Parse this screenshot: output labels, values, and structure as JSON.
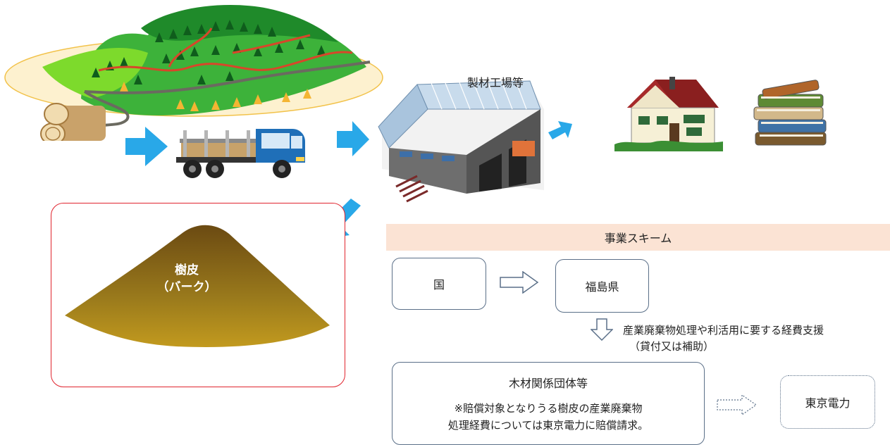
{
  "illustration_labels": {
    "sawmill": "製材工場等",
    "bark_line1": "樹皮",
    "bark_line2": "（バーク）"
  },
  "scheme": {
    "header": "事業スキーム",
    "national": "国",
    "prefecture": "福島県",
    "support_line1": "産業廃棄物処理や利活用に要する経費支援",
    "support_line2": "（貸付又は補助）",
    "org_title": "木材関係団体等",
    "org_note_line1": "※賠償対象となりうる樹皮の産業廃棄物",
    "org_note_line2": "処理経費については東京電力に賠償請求。",
    "tepco": "東京電力"
  },
  "colors": {
    "flow_arrow": "#29a8e8",
    "bark_panel_border": "#e0242e",
    "scheme_header_bg": "#fbe3d4",
    "box_border": "#5a6f88"
  }
}
